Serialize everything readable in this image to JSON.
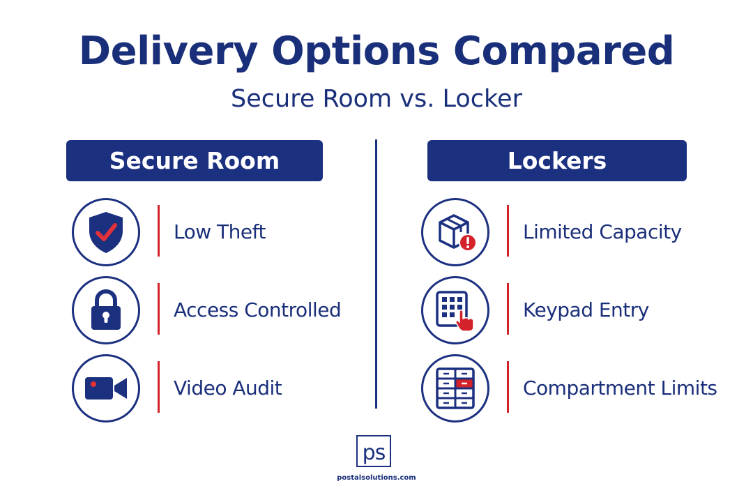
{
  "title": "Delivery Options Compared",
  "subtitle": "Secure Room vs. Locker",
  "colors": {
    "navy": "#1c3080",
    "red": "#d3222a",
    "background": "#ffffff"
  },
  "columns": [
    {
      "header": "Secure Room",
      "items": [
        {
          "label": "Low Theft",
          "icon": "shield-check-icon"
        },
        {
          "label": "Access Controlled",
          "icon": "padlock-icon"
        },
        {
          "label": "Video Audit",
          "icon": "video-camera-icon"
        }
      ]
    },
    {
      "header": "Lockers",
      "items": [
        {
          "label": "Limited Capacity",
          "icon": "box-alert-icon"
        },
        {
          "label": "Keypad Entry",
          "icon": "keypad-touch-icon"
        },
        {
          "label": "Compartment Limits",
          "icon": "locker-grid-icon"
        }
      ]
    }
  ],
  "footer": {
    "logo_text": "ps",
    "url": "postalsolutions.com"
  }
}
